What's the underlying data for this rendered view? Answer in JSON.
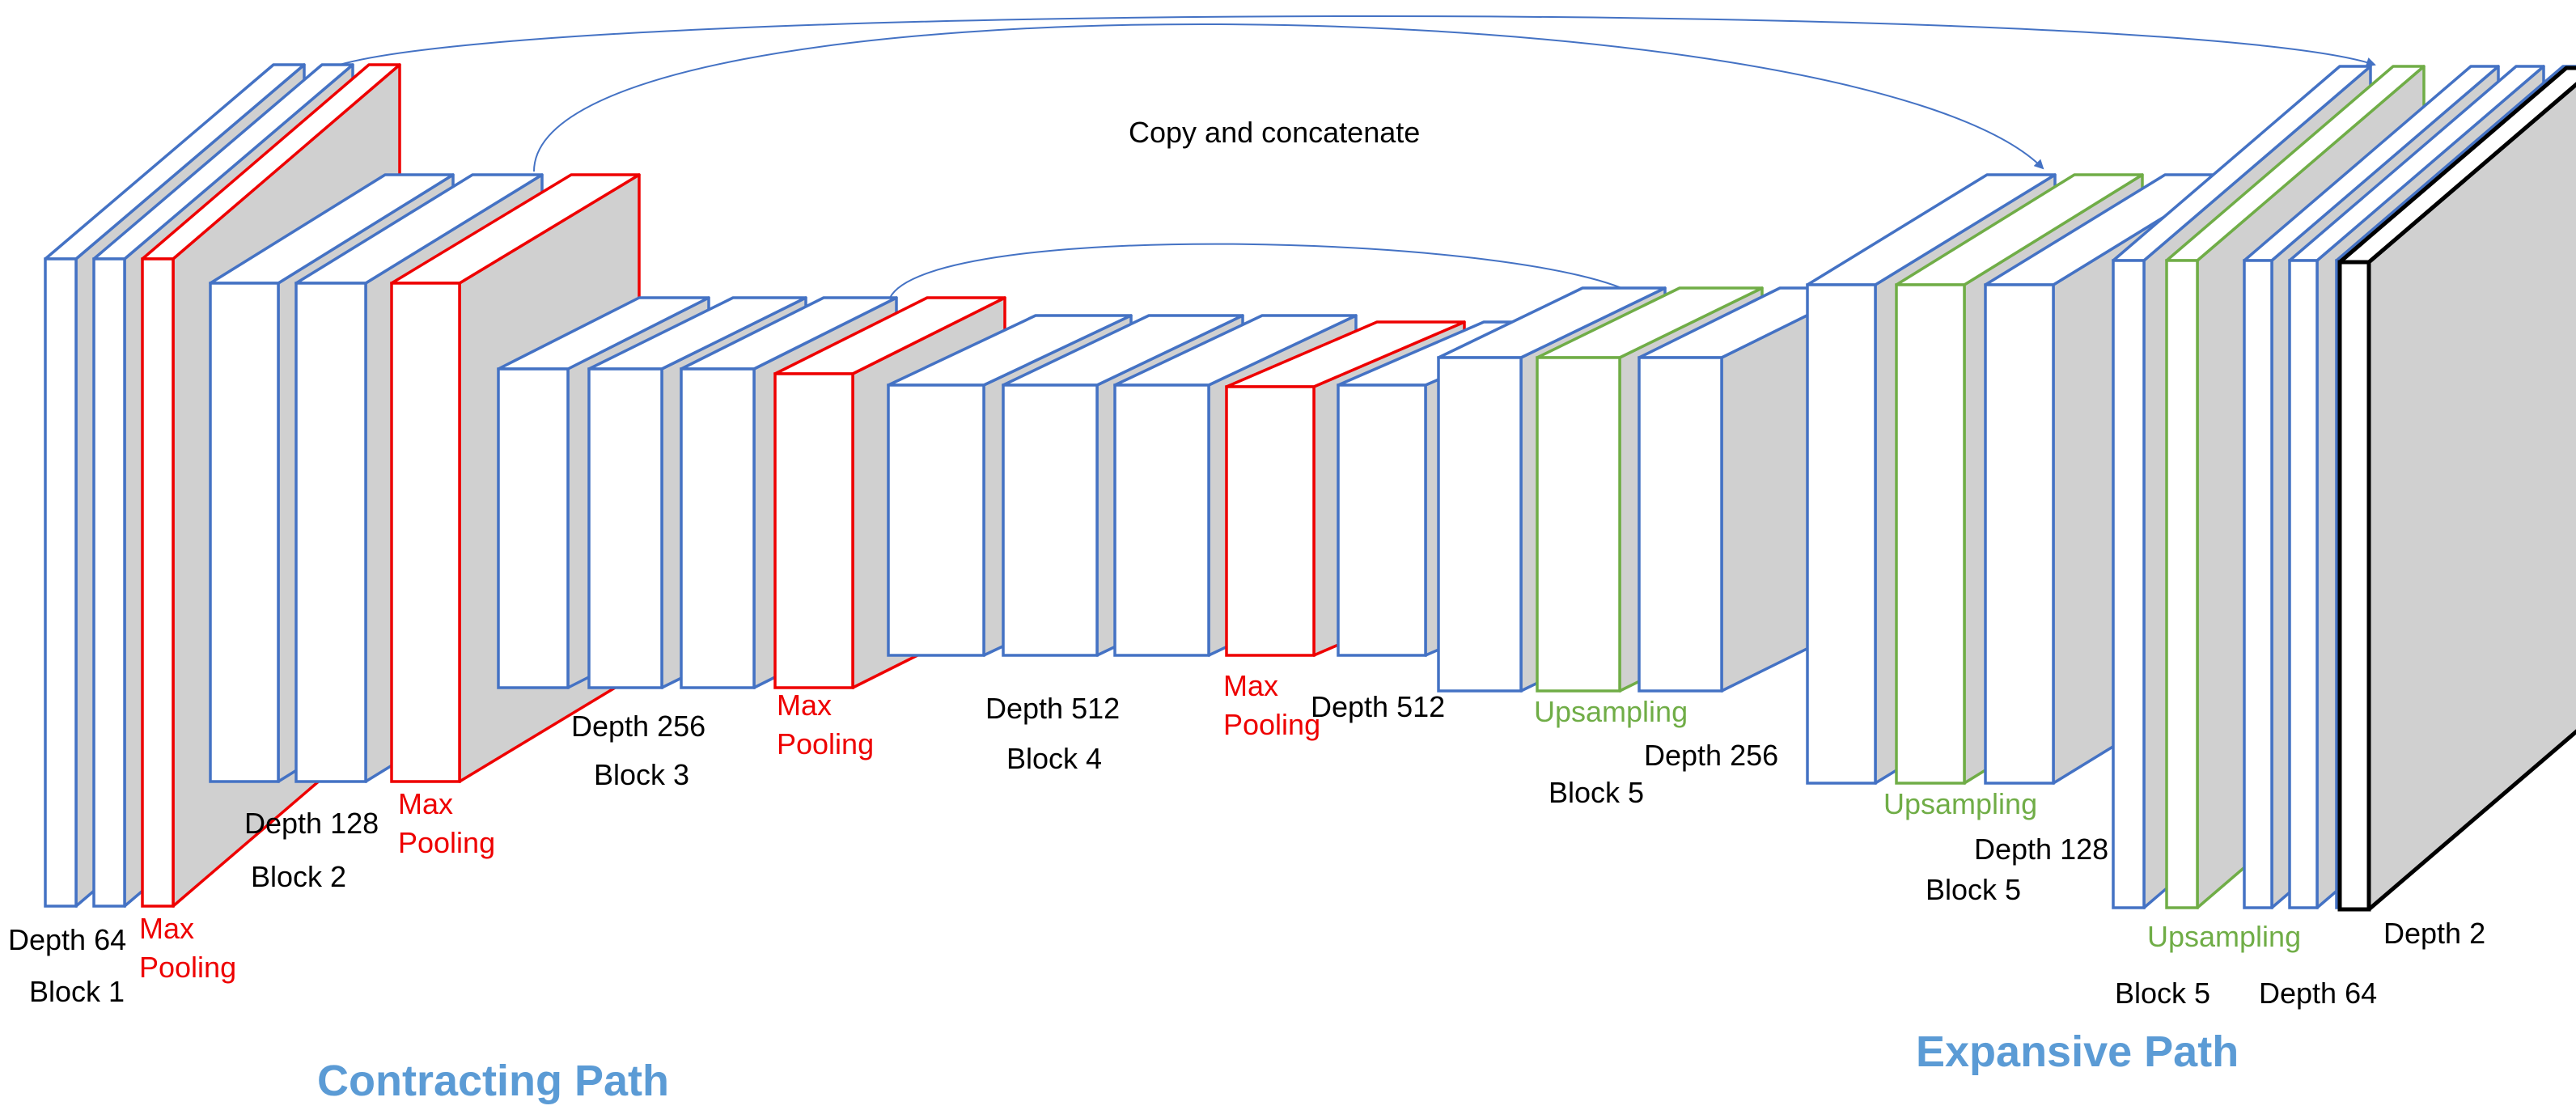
{
  "colors": {
    "conv_stroke": "#4472c4",
    "pool_stroke": "#ee0000",
    "upsample_stroke": "#70ad47",
    "output_stroke": "#000000",
    "side_fill": "#d0d0d0",
    "front_fill": "#ffffff",
    "path_label": "#5b9bd5",
    "skip_arrow": "#4472c4"
  },
  "diagram": {
    "skip_label": "Copy and concatenate",
    "contracting_label": "Contracting Path",
    "expansive_label": "Expansive Path",
    "labels": {
      "depth_64": "Depth 64",
      "block_1": "Block 1",
      "max_1": "Max",
      "pool_1": "Pooling",
      "depth_128": "Depth 128",
      "block_2": "Block 2",
      "max_2": "Max",
      "pool_2": "Pooling",
      "depth_256": "Depth 256",
      "block_3": "Block 3",
      "max_3": "Max",
      "pool_3": "Pooling",
      "depth_512a": "Depth 512",
      "block_4": "Block 4",
      "max_4": "Max",
      "pool_4": "Pooling",
      "depth_512b": "Depth 512",
      "upsampling_1": "Upsampling",
      "depth_256b": "Depth 256",
      "block_5a": "Block 5",
      "upsampling_2": "Upsampling",
      "depth_128b": "Depth 128",
      "block_5b": "Block 5",
      "upsampling_3": "Upsampling",
      "block_5c": "Block 5",
      "depth_64b": "Depth 64",
      "depth_2": "Depth 2"
    },
    "layers": [
      {
        "name": "block1-conv1",
        "kind": "conv"
      },
      {
        "name": "block1-conv2",
        "kind": "conv"
      },
      {
        "name": "block1-maxpool",
        "kind": "pool"
      },
      {
        "name": "block2-conv1",
        "kind": "conv"
      },
      {
        "name": "block2-conv2",
        "kind": "conv"
      },
      {
        "name": "block2-maxpool",
        "kind": "pool"
      },
      {
        "name": "block3-conv1",
        "kind": "conv"
      },
      {
        "name": "block3-conv2",
        "kind": "conv"
      },
      {
        "name": "block3-conv3",
        "kind": "conv"
      },
      {
        "name": "block3-maxpool",
        "kind": "pool"
      },
      {
        "name": "block4-conv1",
        "kind": "conv"
      },
      {
        "name": "block4-conv2",
        "kind": "conv"
      },
      {
        "name": "block4-conv3",
        "kind": "conv"
      },
      {
        "name": "block4-maxpool",
        "kind": "pool"
      },
      {
        "name": "bottleneck-conv1",
        "kind": "conv"
      },
      {
        "name": "bottleneck-conv2",
        "kind": "conv"
      },
      {
        "name": "up1-upsampling",
        "kind": "upsample"
      },
      {
        "name": "up1-conv",
        "kind": "conv"
      },
      {
        "name": "up2-conv1",
        "kind": "conv"
      },
      {
        "name": "up2-upsampling",
        "kind": "upsample"
      },
      {
        "name": "up2-conv2",
        "kind": "conv"
      },
      {
        "name": "up3-conv1",
        "kind": "conv"
      },
      {
        "name": "up3-upsampling",
        "kind": "upsample"
      },
      {
        "name": "up3-conv2",
        "kind": "conv"
      },
      {
        "name": "up3-conv3",
        "kind": "conv"
      },
      {
        "name": "up3-conv4",
        "kind": "conv"
      },
      {
        "name": "output-layer",
        "kind": "output"
      }
    ]
  }
}
